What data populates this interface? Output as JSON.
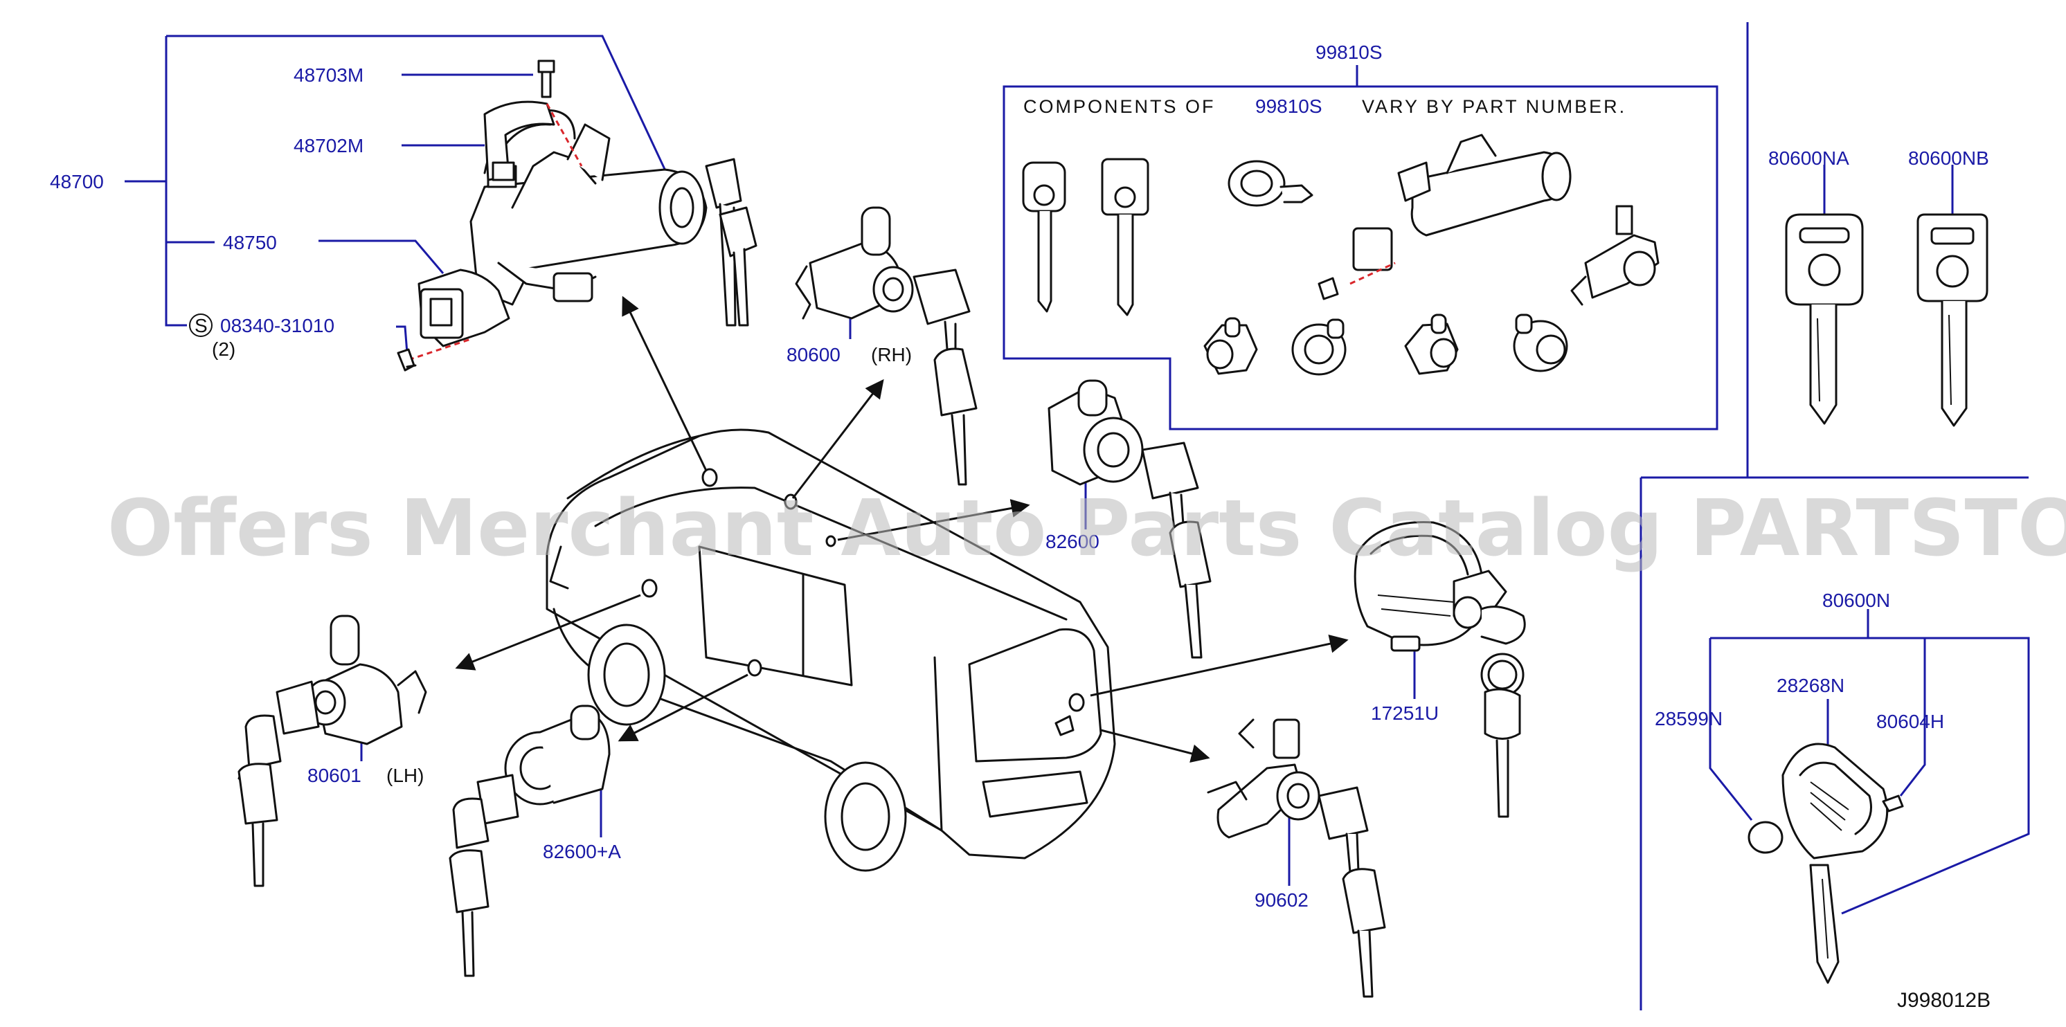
{
  "labels": {
    "p48700": "48700",
    "p48703M": "48703M",
    "p48702M": "48702M",
    "p48750": "48750",
    "s_symbol": "S",
    "p08340": "08340-31010",
    "qty2": "(2)",
    "p99810S_title": "99810S",
    "components_of": "COMPONENTS OF",
    "p99810S_note": "99810S",
    "vary_by": "VARY BY PART NUMBER.",
    "p80600NA": "80600NA",
    "p80600NB": "80600NB",
    "p80600_rh": "80600",
    "rh": "(RH)",
    "p82600": "82600",
    "p80601": "80601",
    "lh": "(LH)",
    "p82600A": "82600+A",
    "p17251U": "17251U",
    "p80600N": "80600N",
    "p28599N": "28599N",
    "p28268N": "28268N",
    "p80604H": "80604H",
    "p90602": "90602",
    "diagram_code": "J998012B"
  },
  "watermark": "Offers Merchant Auto Parts Catalog PARTSTORE.SA",
  "colors": {
    "label": "#1a1aa6",
    "ink": "#111111",
    "fastener": "#d9262b",
    "watermark": "#b9b9b9"
  }
}
